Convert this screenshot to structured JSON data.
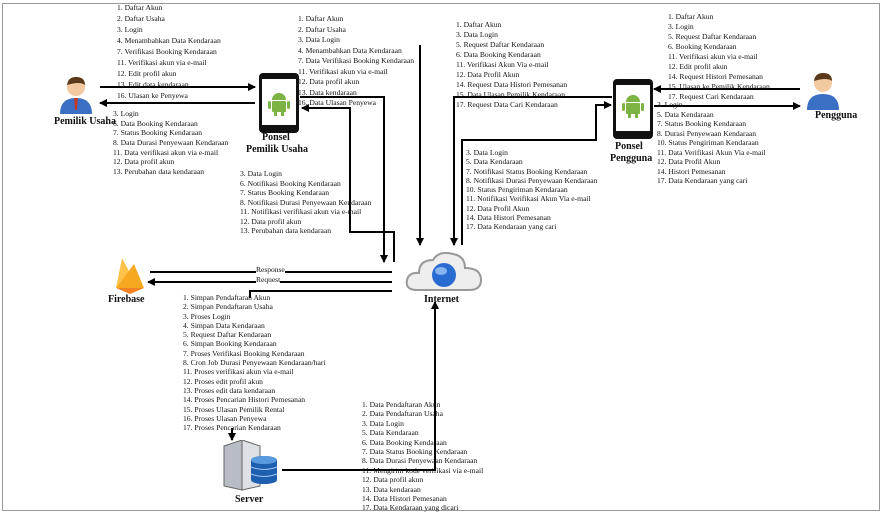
{
  "nodes": {
    "pemilik_usaha": "Pemilik Usaha",
    "ponsel_pemilik_1": "Ponsel",
    "ponsel_pemilik_2": "Pemilik Usaha",
    "ponsel_pengguna_1": "Ponsel",
    "ponsel_pengguna_2": "Pengguna",
    "pengguna": "Pengguna",
    "internet": "Internet",
    "firebase": "Firebase",
    "server": "Server"
  },
  "edges": {
    "response": "Response",
    "request": "Request"
  },
  "blocks": {
    "pemilik_to_ponsel": [
      "1. Daftar Akun",
      "2. Daftar Usaha",
      "3. Login",
      "4. Menambahkan Data Kendaraan",
      "7. Verifikasi Booking Kendaraan",
      "11. Verifikasi akun via e-mail",
      "12. Edit profil akun",
      "13. Edit data kendaraan",
      "16. Ulasan ke Penyewa"
    ],
    "ponsel_pemilik_to_internet": [
      "1. Daftar Akun",
      "2. Daftar Usaha",
      "3. Data Login",
      "4. Menambahkan Data Kendaraan",
      "7. Data Verifikasi Booking Kendaraan",
      "11. Verifikasi akun via e-mail",
      "12. Data profil akun",
      "13. Data kendaraan",
      "16. Data Ulasan Penyewa"
    ],
    "ponsel_pengguna_to_internet": [
      "1. Daftar Akun",
      "3. Data Login",
      "5. Request Daftar Kendaraan",
      "6. Data Booking Kendaraan",
      "11. Verifikasi Akun Via e-mail",
      "12. Data Profil Akun",
      "14. Request Data Histori Pemesanan",
      "15. Data Ulasan Pemilik Kendaraan",
      "17. Request Data Cari Kendaraan"
    ],
    "pengguna_to_ponsel": [
      "1. Daftar Akun",
      "3. Login",
      "5. Request Daftar Kendaraan",
      "6. Booking Kendaraan",
      "11. Verifikasi akun via e-mail",
      "12. Edit profil akun",
      "14. Request Histori Pemesanan",
      "15. Ulasan ke Pemilik Kendaraan",
      "17. Request Cari Kendaraan"
    ],
    "ponsel_to_pemilik": [
      "3. Login",
      "6. Data Booking Kendaraan",
      "7. Status Booking Kendaraan",
      "8. Data Durasi Penyewaan Kendaraan",
      "11. Data verifikasi akun via e-mail",
      "12. Data profil akun",
      "13. Perubahan data kendaraan"
    ],
    "internet_to_ponsel_pemilik": [
      "3. Data Login",
      "6. Notifikasi Booking Kendaraan",
      "7. Status Booking Kendaraan",
      "8. Notifikasi Durasi Penyewaan Kendaraan",
      "11. Notifikasi verifikasi akun via e-mail",
      "12. Data profil akun",
      "13. Perubahan data kendaraan"
    ],
    "internet_to_ponsel_pengguna": [
      "3. Data Login",
      "5. Data Kendaraan",
      "7. Notifikasi Status Booking Kendaraan",
      "8. Notifikasi Durasi Penyewaan Kendaraan",
      "10. Status Pengiriman Kendaraan",
      "11. Notifikasi Verifikasi Akun Via e-mail",
      "12. Data Profil Akun",
      "14. Data Histori Pemesanan",
      "17. Data Kendaraan yang cari"
    ],
    "ponsel_to_pengguna": [
      "3. Login",
      "5. Data Kendaraan",
      "7. Status Booking Kendaraan",
      "8. Durasi Penyewaan Kendaraan",
      "10. Status Pengiriman Kendaraan",
      "11. Data Verifikasi Akun Via e-mail",
      "12. Data Profil Akun",
      "14. Histori Pemesanan",
      "17. Data Kendaraan yang cari"
    ],
    "internet_to_server": [
      "1. Simpan Pendaftaran Akun",
      "2. Simpan Pendaftaran Usaha",
      "3. Proses Login",
      "4. Simpan Data Kendaraan",
      "5. Request Daftar Kendaraan",
      "6. Simpan Booking Kendaraan",
      "7. Proses Verifikasi Booking Kendaraan",
      "8. Cron Job Durasi Penyewaan Kendaraan/hari",
      "11. Proses verifikasi akun via e-mail",
      "12. Proses edit profil akun",
      "13. Proses edit data kendaraan",
      "14. Proses Pencarian Histori Pemesanan",
      "15. Proses Ulasan Pemilik Rental",
      "16. Proses Ulasan Penyewa",
      "17. Proses Pencarian Kendaraan"
    ],
    "server_to_internet": [
      "1. Data Pendaftaran Akun",
      "2. Data Pendaftaran Usaha",
      "3. Data Login",
      "5. Data Kendaraan",
      "6. Data Booking Kendaraan",
      "7. Data Status Booking Kendaraan",
      "8. Data Durasi Penyewaan Kendaraan",
      "11. Mengirim kode verifikasi via e-mail",
      "12. Data profil akun",
      "13. Data kendaraan",
      "14. Data Histori Pemesanan",
      "17. Data Kendaraan yang dicari"
    ]
  },
  "icons": {
    "person": "user-person-icon",
    "phone": "android-phone-icon",
    "cloud": "internet-globe-cloud-icon",
    "firebase": "firebase-flame-icon",
    "server": "server-database-icon"
  },
  "colors": {
    "android": "#7cb342",
    "person_shirt": "#3b6fc4",
    "person_tie": "#c0392b",
    "firebase_orange": "#f6a821",
    "globe": "#2a6bd1"
  }
}
